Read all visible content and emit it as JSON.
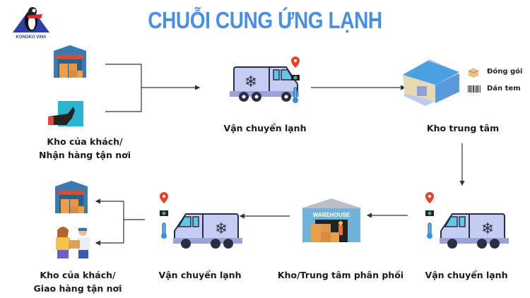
{
  "logo": {
    "text": "KONOKO VINA"
  },
  "title": "CHUỖI CUNG ỨNG LẠNH",
  "nodes": {
    "source": {
      "label_line1": "Kho của khách/",
      "label_line2": "Nhận hàng tận nơi"
    },
    "transport1": {
      "label": "Vận chuyển lạnh"
    },
    "central": {
      "label": "Kho trung tâm",
      "tasks": [
        "Đóng gói",
        "Dán tem"
      ]
    },
    "transport2": {
      "label": "Vận chuyển lạnh"
    },
    "distribution": {
      "label": "Kho/Trung tâm phân phối",
      "sign": "WAREHOUSE"
    },
    "transport3": {
      "label": "Vận chuyển lạnh"
    },
    "destination": {
      "label_line1": "Kho của khách/",
      "label_line2": "Giao hàng tận nơi"
    }
  },
  "colors": {
    "title": "#4a8fe0",
    "truck": "#c6cdf2",
    "line": "#333333"
  }
}
